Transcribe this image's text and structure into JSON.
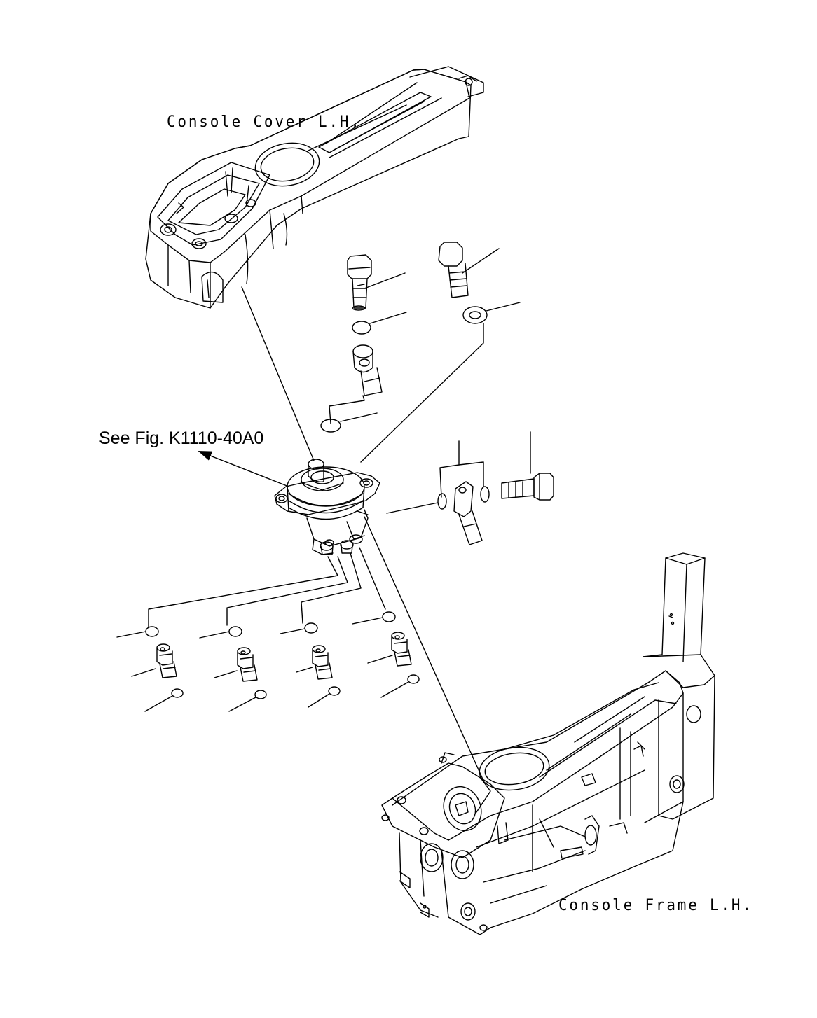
{
  "labels": {
    "console_cover": "Console Cover L.H.",
    "see_fig": "See Fig. K1110-40A0",
    "console_frame": "Console Frame L.H."
  },
  "colors": {
    "line": "#000000",
    "background": "#ffffff"
  }
}
